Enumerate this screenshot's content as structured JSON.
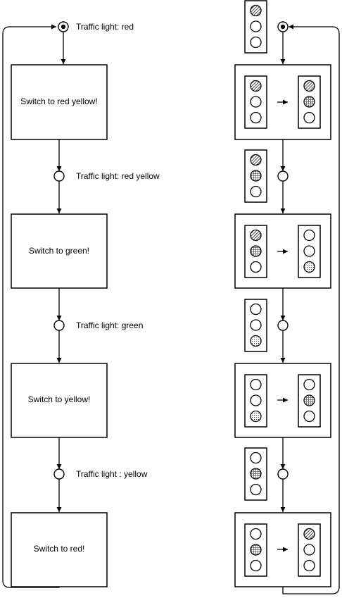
{
  "left_flow": {
    "initial_state": "Traffic light: red",
    "steps": [
      {
        "action": "Switch to red yellow!",
        "state": "Traffic light: red yellow"
      },
      {
        "action": "Switch to green!",
        "state": "Traffic light: green"
      },
      {
        "action": "Switch to yellow!",
        "state": "Traffic light : yellow"
      },
      {
        "action": "Switch to red!",
        "state": ""
      }
    ]
  },
  "right_flow": {
    "initial_light": [
      "red",
      "off",
      "off"
    ],
    "steps": [
      {
        "from": [
          "red",
          "off",
          "off"
        ],
        "to": [
          "red",
          "yellow",
          "off"
        ],
        "state_light": [
          "red",
          "yellow",
          "off"
        ]
      },
      {
        "from": [
          "red",
          "yellow",
          "off"
        ],
        "to": [
          "off",
          "off",
          "green"
        ],
        "state_light": [
          "off",
          "off",
          "green"
        ]
      },
      {
        "from": [
          "off",
          "off",
          "green"
        ],
        "to": [
          "off",
          "yellow",
          "off"
        ],
        "state_light": [
          "off",
          "yellow",
          "off"
        ]
      },
      {
        "from": [
          "off",
          "yellow",
          "off"
        ],
        "to": [
          "red",
          "off",
          "off"
        ],
        "state_light": null
      }
    ]
  },
  "colors": {
    "line": "#000000",
    "background": "#ffffff"
  }
}
